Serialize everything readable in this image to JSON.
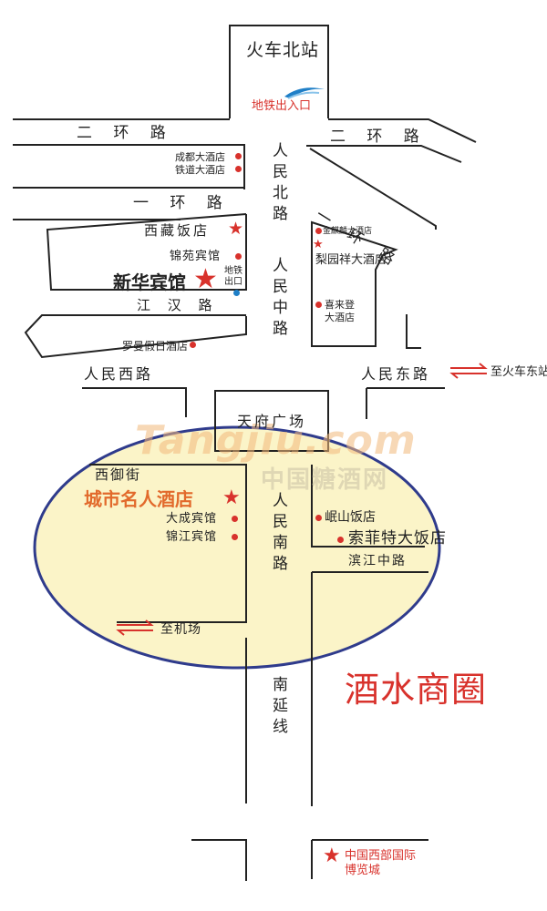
{
  "map": {
    "station": "火车北站",
    "metro_exit_top": "地铁出入口",
    "roads": {
      "second_ring_left": "二 环 路",
      "second_ring_right": "二 环 路",
      "first_ring_left": "一 环 路",
      "first_ring_right": "一 环 路",
      "jianghan": "江 汉 路",
      "renmin_north": "人民北路",
      "renmin_middle": "人民中路",
      "renmin_west": "人民西路",
      "renmin_east": "人民东路",
      "tianfu_square": "天府广场",
      "xiyu_street": "西御街",
      "renmin_south": "人民南路",
      "binjiang_middle": "滨江中路",
      "south_extension": "南延线"
    },
    "directions": {
      "to_train_station": "至火车东站",
      "to_airport": "至机场"
    },
    "places": {
      "chengdu_hotel": "成都大酒店",
      "tiedao_hotel": "铁道大酒店",
      "tibet_hotel": "西藏饭店",
      "jinyuan_hotel": "锦苑宾馆",
      "xinhua_hotel": "新华宾馆",
      "metro_exit_small": "地铁出口",
      "roman_holiday": "罗曼假日酒店",
      "jinqilin_hotel": "金麒麟大酒店",
      "lixiangyuan_hotel": "梨园祥大酒店",
      "sheraton": "喜来登大酒店",
      "city_celebrity_hotel": "城市名人酒店",
      "dacheng_hotel": "大成宾馆",
      "jinjiang_hotel": "锦江宾馆",
      "minshan_hotel": "岷山饭店",
      "sofitel": "索菲特大饭店",
      "western_china_expo": "中国西部国际博览城"
    },
    "area_label": "酒水商圈",
    "watermark_en": "Tangjiu.com",
    "watermark_cn": "中国糖酒网"
  },
  "colors": {
    "road": "#222222",
    "marker_red": "#d8322c",
    "zone_fill": "#fbf4c8",
    "zone_border": "#2f3b8c",
    "arrow": "#d8322c",
    "metro_logo": "#1f7fc7"
  },
  "icons": {
    "hotel_marker": "red-dot-icon",
    "landmark_marker": "red-star-icon",
    "metro": "metro-logo-icon",
    "two_way": "two-way-arrow-icon"
  }
}
